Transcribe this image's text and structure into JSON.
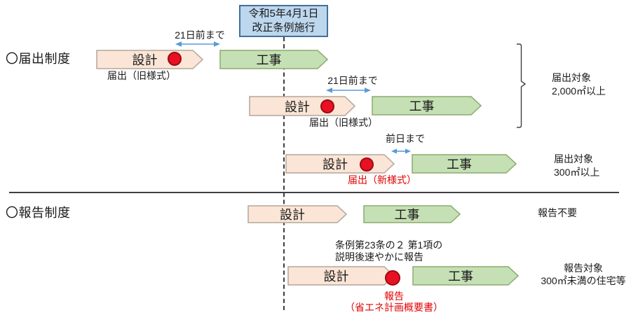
{
  "date_box": {
    "line1": "令和5年4月1日",
    "line2": "改正条例施行"
  },
  "sections": {
    "notification_label": "〇届出制度",
    "report_label": "〇報告制度"
  },
  "arrows": {
    "design": "設計",
    "construction": "工事"
  },
  "deadlines": {
    "days21": "21日前まで",
    "prev_day": "前日まで"
  },
  "captions": {
    "notify_old": "届出（旧様式）",
    "notify_new": "届出（新様式）",
    "report": "報告",
    "report_doc": "（省エネ計画概要書）",
    "ordinance_line1": "条例第23条の２ 第1項の",
    "ordinance_line2": "説明後速やかに報告"
  },
  "right_labels": {
    "notify_2000_line1": "届出対象",
    "notify_2000_line2": "2,000㎡以上",
    "notify_300_line1": "届出対象",
    "notify_300_line2": "300㎡以上",
    "no_report": "報告不要",
    "report_target_line1": "報告対象",
    "report_target_line2": "300㎡未満の住宅等"
  },
  "colors": {
    "design_arrow_fill": "#FBE5D6",
    "design_arrow_border": "#B3A69B",
    "construction_arrow_fill": "#C5E0B4",
    "construction_arrow_border": "#8BAA6E",
    "date_box_fill": "#BDD7EE",
    "date_box_border": "#41719C",
    "marker_red": "#E81123",
    "red_text": "#E00000",
    "measure_arrow_blue": "#5B9BD5"
  }
}
